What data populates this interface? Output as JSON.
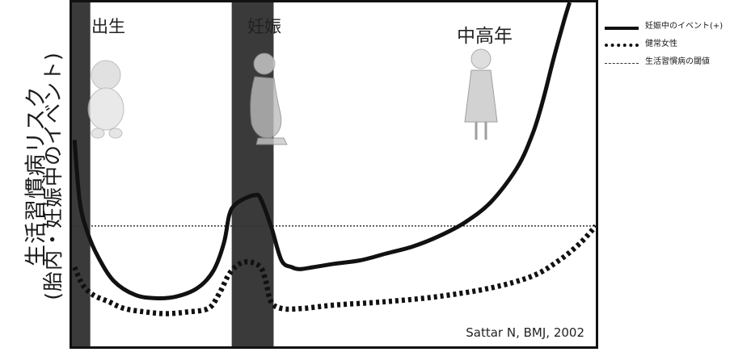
{
  "chart_data": {
    "type": "line",
    "ylabel_line1": "生活習慣病リスク",
    "ylabel_line2": "(胎内・妊娠中のイベント)",
    "phase_labels": [
      "出生",
      "妊娠",
      "中高年"
    ],
    "citation": "Sattar N, BMJ, 2002",
    "series": [
      {
        "name": "妊娠中のイベント(+)",
        "style": "solid",
        "x": [
          0.5,
          1.5,
          3,
          5,
          8,
          12,
          16,
          20,
          24,
          27,
          29,
          30,
          31,
          33,
          35,
          36,
          38,
          40,
          42,
          43,
          44,
          46,
          50,
          55,
          60,
          65,
          70,
          75,
          80,
          85,
          88,
          90,
          92,
          94,
          95
        ],
        "y": [
          60,
          42,
          33,
          26,
          19,
          15,
          14,
          14.5,
          17,
          22,
          30,
          38,
          41,
          43,
          44,
          43,
          35,
          25,
          23,
          22.5,
          22.5,
          23,
          24,
          25,
          27,
          29,
          32,
          36,
          42,
          52,
          62,
          72,
          84,
          95,
          100
        ]
      },
      {
        "name": "健常女性",
        "style": "dotted",
        "x": [
          0.5,
          2,
          4,
          7,
          10,
          14,
          18,
          22,
          26,
          28,
          30,
          32,
          34,
          36,
          37,
          38,
          40,
          44,
          50,
          60,
          70,
          80,
          88,
          93,
          97,
          100
        ],
        "y": [
          23,
          18,
          15,
          13,
          11,
          10,
          9.5,
          10,
          11,
          15,
          21,
          24,
          24.5,
          23,
          19,
          13,
          11,
          11,
          12,
          13,
          14.5,
          17,
          20.5,
          25,
          30,
          35
        ]
      },
      {
        "name": "生活習慣病の閾値",
        "style": "dashed",
        "x": [
          0,
          100
        ],
        "y": [
          35,
          35
        ]
      }
    ],
    "xlim": [
      0,
      100
    ],
    "ylim": [
      0,
      100
    ],
    "shaded_bands": [
      {
        "label": "出生",
        "x": [
          0,
          3.5
        ],
        "color": "#3a3a3a"
      },
      {
        "label": "妊娠",
        "x": [
          30.5,
          38.5
        ],
        "color": "#3a3a3a"
      }
    ],
    "grid": false,
    "legend_position": "right"
  }
}
